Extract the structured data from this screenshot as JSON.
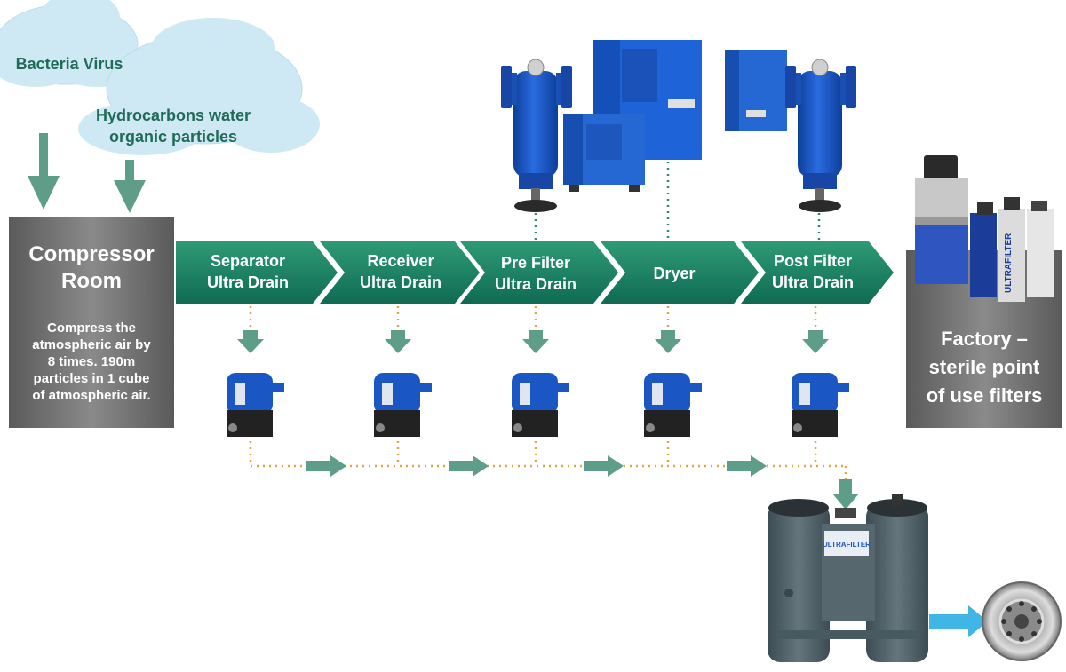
{
  "clouds": {
    "contaminant_1": "Bacteria Virus",
    "contaminant_2_line1": "Hydrocarbons water",
    "contaminant_2_line2": "organic particles"
  },
  "compressor_room": {
    "title_line1": "Compressor",
    "title_line2": "Room",
    "desc_line1": "Compress the",
    "desc_line2": "atmospheric air by",
    "desc_line3": "8 times. 190m",
    "desc_line4": "particles in 1 cube",
    "desc_line5": "of atmospheric air."
  },
  "stages": [
    {
      "line1": "Separator",
      "line2": "Ultra Drain"
    },
    {
      "line1": "Receiver",
      "line2": "Ultra Drain"
    },
    {
      "line1": "Pre Filter",
      "line2": "Ultra Drain"
    },
    {
      "line1": "Dryer",
      "line2": ""
    },
    {
      "line1": "Post Filter",
      "line2": "Ultra Drain"
    }
  ],
  "factory": {
    "line1": "Factory –",
    "line2": "sterile point",
    "line3": "of use filters"
  },
  "branding": {
    "filter_cartridge_label": "ULTRAFILTER",
    "separator_tank_label": "ULTRAFILTER"
  },
  "colors": {
    "cloud": "#cfe9f4",
    "arrow_green": "#5e9e88",
    "chevron_dark": "#0f6b52",
    "chevron_light": "#2e9a76",
    "grey_box": "#6f6f6f",
    "dotted_line": "#e0a44a",
    "equipment_blue": "#1a56c4",
    "tank": "#4e6066",
    "outflow_arrow": "#3fb6e6"
  }
}
